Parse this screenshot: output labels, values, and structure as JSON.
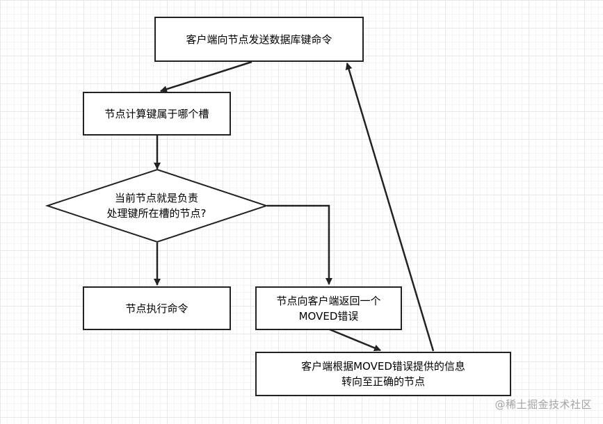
{
  "flowchart": {
    "start": "客户端向节点发送数据库键命令",
    "compute_slot": "节点计算键属于哪个槽",
    "decision": {
      "line1": "当前节点就是负责",
      "line2": "处理键所在槽的节点?"
    },
    "execute": "节点执行命令",
    "moved_error": {
      "line1": "节点向客户端返回一个",
      "line2": "MOVED错误"
    },
    "redirect": {
      "line1": "客户端根据MOVED错误提供的信息",
      "line2": "转向至正确的节点"
    }
  },
  "watermark": "@稀土掘金技术社区",
  "colors": {
    "stroke": "#222222",
    "grid": "#e8e8e8",
    "watermark": "#a4a4a4"
  }
}
